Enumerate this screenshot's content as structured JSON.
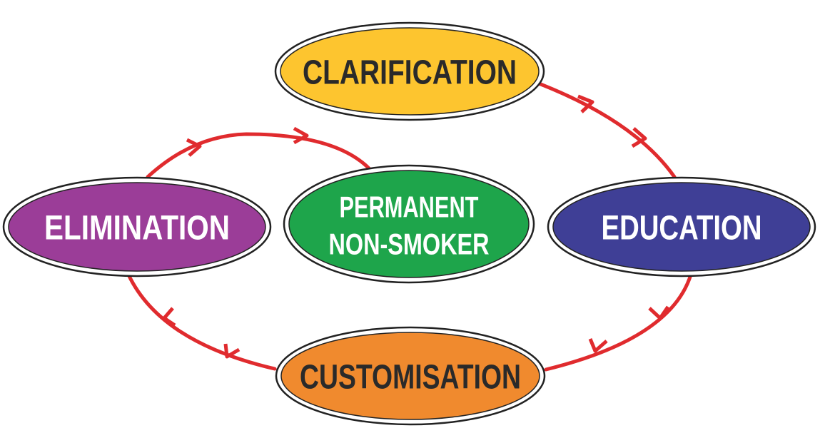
{
  "diagram": {
    "nodes": {
      "clarification": {
        "label": "CLARIFICATION",
        "fill": "#FDC52F",
        "text_color": "#2a2a2a"
      },
      "education": {
        "label": "EDUCATION",
        "fill": "#3F3F96",
        "text_color": "#ffffff"
      },
      "customisation": {
        "label": "CUSTOMISATION",
        "fill": "#F08A2E",
        "text_color": "#2a2a2a"
      },
      "elimination": {
        "label": "ELIMINATION",
        "fill": "#9B3D98",
        "text_color": "#ffffff"
      },
      "center": {
        "line1": "PERMANENT",
        "line2": "NON-SMOKER",
        "fill": "#1EA54B",
        "text_color": "#ffffff"
      }
    },
    "cycle_order": [
      "clarification",
      "education",
      "customisation",
      "elimination"
    ],
    "arrow_color": "#E02B2E"
  }
}
